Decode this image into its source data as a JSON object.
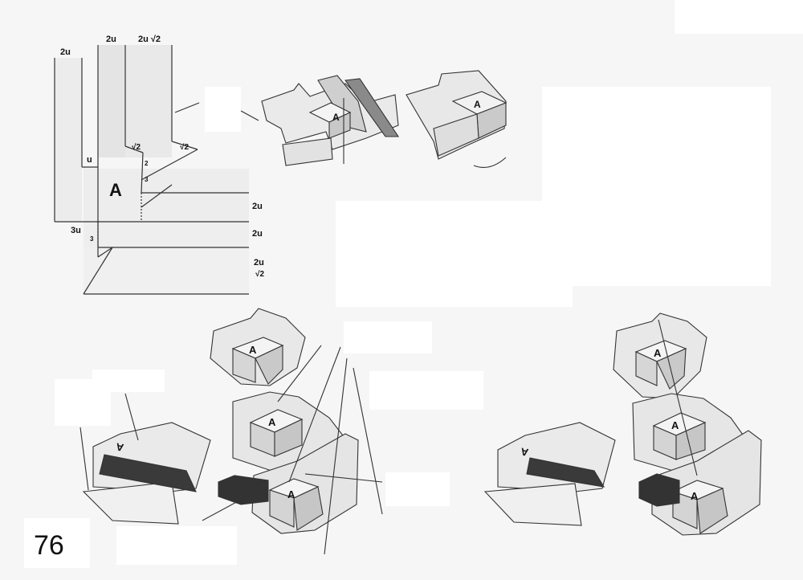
{
  "page_number": "76",
  "labels": {
    "top_2u_left": "2u",
    "top_2u_mid": "2u",
    "top_2u_root2": "2u √2",
    "u": "u",
    "root2_a": "√2",
    "root2_b": "√2",
    "side_2": "2",
    "side_3_top": "3",
    "three_u": "3u",
    "side_3_bottom": "3",
    "right_2u_a": "2u",
    "right_2u_b": "2u",
    "right_2u_root2_a": "2u",
    "right_2u_root2_b": "√2"
  },
  "block_letter": "A"
}
